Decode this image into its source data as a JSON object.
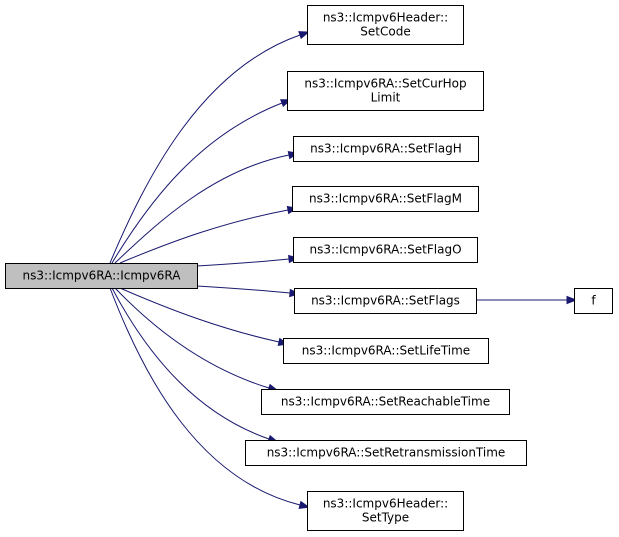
{
  "colors": {
    "edge": "#191970",
    "root_fill": "#bfbfbf",
    "node_fill": "#ffffff",
    "border": "#000000"
  },
  "nodes": [
    {
      "id": "root",
      "lines": [
        "ns3::Icmpv6RA::Icmpv6RA"
      ],
      "root": true
    },
    {
      "id": "n1",
      "lines": [
        "ns3::Icmpv6Header::",
        "SetCode"
      ]
    },
    {
      "id": "n2",
      "lines": [
        "ns3::Icmpv6RA::SetCurHop",
        "Limit"
      ]
    },
    {
      "id": "n3",
      "lines": [
        "ns3::Icmpv6RA::SetFlagH"
      ]
    },
    {
      "id": "n4",
      "lines": [
        "ns3::Icmpv6RA::SetFlagM"
      ]
    },
    {
      "id": "n5",
      "lines": [
        "ns3::Icmpv6RA::SetFlagO"
      ]
    },
    {
      "id": "n6",
      "lines": [
        "ns3::Icmpv6RA::SetFlags"
      ]
    },
    {
      "id": "n7",
      "lines": [
        "ns3::Icmpv6RA::SetLifeTime"
      ]
    },
    {
      "id": "n8",
      "lines": [
        "ns3::Icmpv6RA::SetReachableTime"
      ]
    },
    {
      "id": "n9",
      "lines": [
        "ns3::Icmpv6RA::SetRetransmissionTime"
      ]
    },
    {
      "id": "n10",
      "lines": [
        "ns3::Icmpv6Header::",
        "SetType"
      ]
    },
    {
      "id": "nf",
      "lines": [
        "f"
      ]
    }
  ],
  "edges": [
    {
      "from": "root",
      "to": "n1"
    },
    {
      "from": "root",
      "to": "n2"
    },
    {
      "from": "root",
      "to": "n3"
    },
    {
      "from": "root",
      "to": "n4"
    },
    {
      "from": "root",
      "to": "n5"
    },
    {
      "from": "root",
      "to": "n6"
    },
    {
      "from": "root",
      "to": "n7"
    },
    {
      "from": "root",
      "to": "n8"
    },
    {
      "from": "root",
      "to": "n9"
    },
    {
      "from": "root",
      "to": "n10"
    },
    {
      "from": "n6",
      "to": "nf"
    }
  ]
}
